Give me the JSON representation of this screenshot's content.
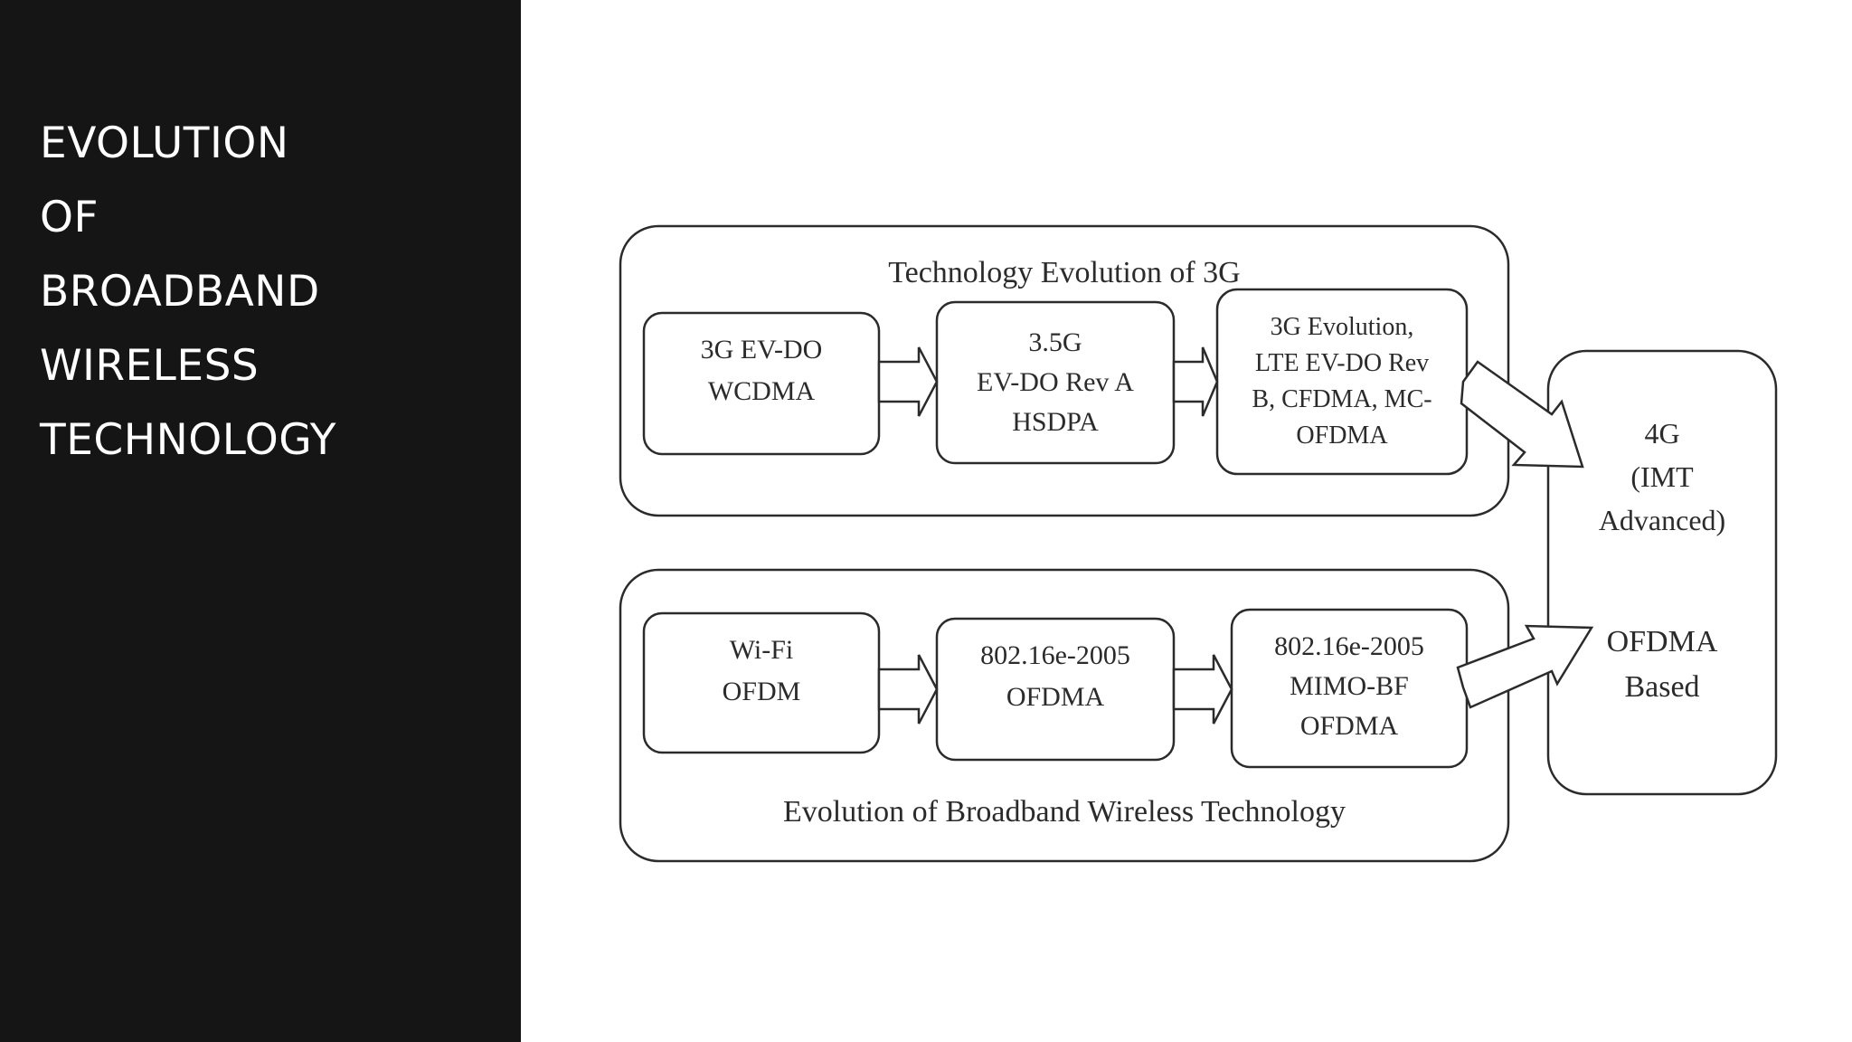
{
  "slide": {
    "title_lines": [
      "EVOLUTION",
      "OF",
      "BROADBAND",
      "WIRELESS",
      "TECHNOLOGY"
    ]
  },
  "diagram": {
    "group_3g": {
      "title": "Technology Evolution of 3G",
      "boxes": [
        {
          "lines": [
            "3G EV-DO",
            "WCDMA"
          ]
        },
        {
          "lines": [
            "3.5G",
            "EV-DO Rev A",
            "HSDPA"
          ]
        },
        {
          "lines": [
            "3G Evolution,",
            "LTE EV-DO Rev",
            "B, CFDMA, MC-",
            "OFDMA"
          ]
        }
      ]
    },
    "group_bwt": {
      "title": "Evolution of Broadband Wireless Technology",
      "boxes": [
        {
          "lines": [
            "Wi-Fi",
            "OFDM"
          ]
        },
        {
          "lines": [
            "802.16e-2005",
            "OFDMA"
          ]
        },
        {
          "lines": [
            "802.16e-2005",
            "MIMO-BF",
            "OFDMA"
          ]
        }
      ]
    },
    "target": {
      "lines_top": [
        "4G",
        "(IMT",
        "Advanced)"
      ],
      "lines_bottom": [
        "OFDMA",
        "Based"
      ]
    }
  }
}
